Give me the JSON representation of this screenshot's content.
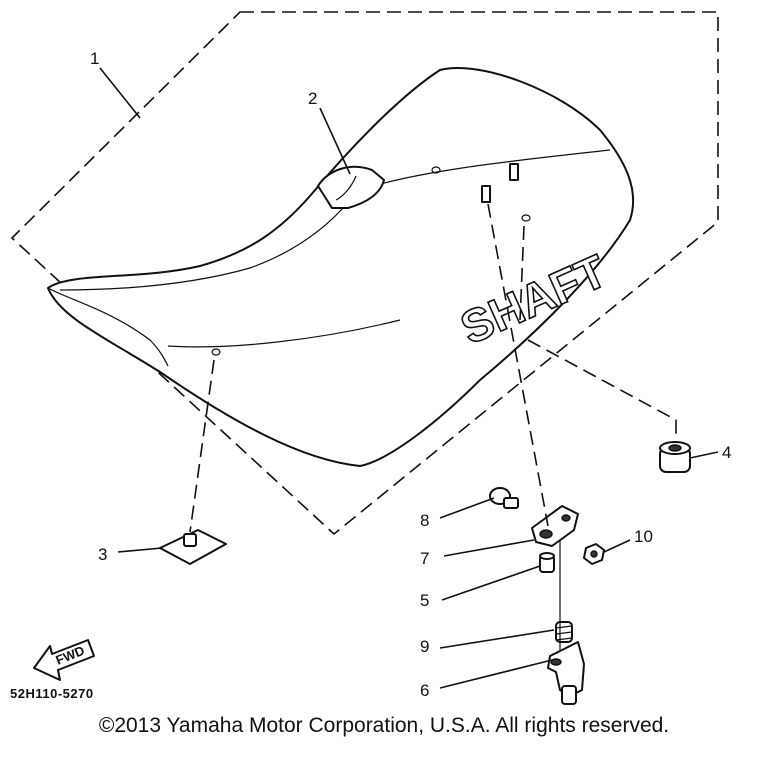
{
  "callouts": {
    "n1": "1",
    "n2": "2",
    "n3": "3",
    "n4": "4",
    "n5": "5",
    "n6": "6",
    "n7": "7",
    "n8": "8",
    "n9": "9",
    "n10": "10"
  },
  "seat_lettering": "SHAFT",
  "fwd_arrow_label": "FWD",
  "part_code": "52H110-5270",
  "copyright": "©2013 Yamaha Motor Corporation, U.S.A. All rights reserved."
}
